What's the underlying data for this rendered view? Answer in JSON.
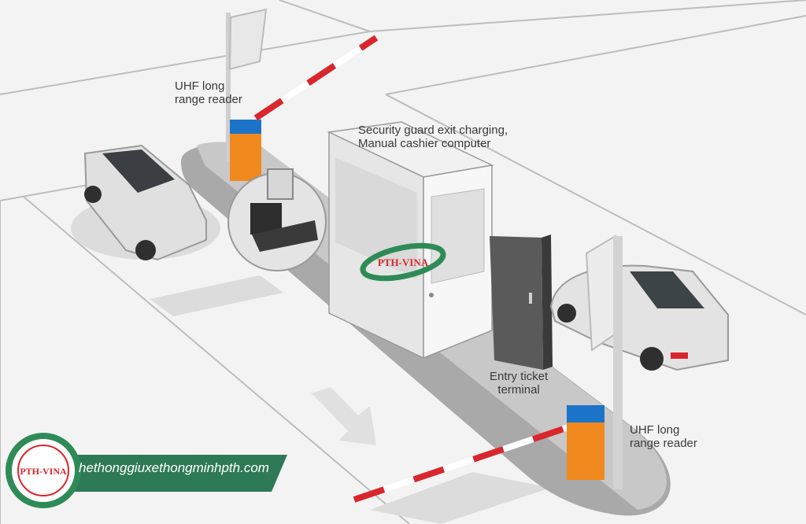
{
  "labels": {
    "uhf_reader_top": [
      "UHF long",
      "range reader"
    ],
    "uhf_reader_bottom": [
      "UHF long",
      "range reader"
    ],
    "booth": [
      "Security guard exit charging,",
      "Manual cashier computer"
    ],
    "ticket_terminal": [
      "Entry ticket",
      "terminal"
    ]
  },
  "brand": {
    "logo_text": "PTH-VINA",
    "website": "hethonggiuxethongminhpth.com"
  },
  "colors": {
    "brand_green": "#2e8b57",
    "brand_red": "#d9262c",
    "barrier_orange": "#f08a1e",
    "barrier_cap_blue": "#1c74c9",
    "island_gray": "#a9a9a9",
    "booth_gray": "#e6e6e6"
  },
  "icons": [
    "arrow-down-right-icon",
    "car-icon",
    "cashier-computer-icon",
    "barrier-gate-icon",
    "antenna-icon",
    "logo-icon"
  ]
}
